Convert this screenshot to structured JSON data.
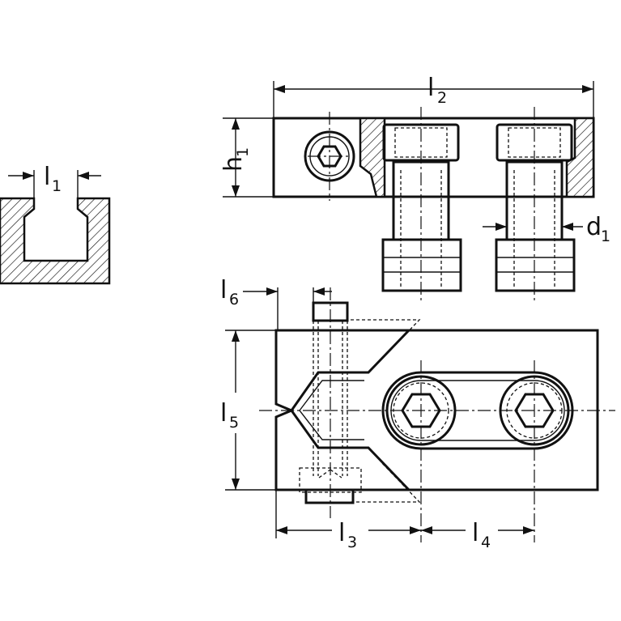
{
  "drawing": {
    "labels": {
      "l1": {
        "main": "l",
        "sub": "1"
      },
      "l2": {
        "main": "l",
        "sub": "2"
      },
      "h1": {
        "main": "h",
        "sub": "1"
      },
      "d1": {
        "main": "d",
        "sub": "1"
      },
      "l3": {
        "main": "l",
        "sub": "3"
      },
      "l4": {
        "main": "l",
        "sub": "4"
      },
      "l5": {
        "main": "l",
        "sub": "5"
      },
      "l6": {
        "main": "l",
        "sub": "6"
      }
    },
    "colors": {
      "line": "#111111",
      "background": "#ffffff"
    }
  }
}
